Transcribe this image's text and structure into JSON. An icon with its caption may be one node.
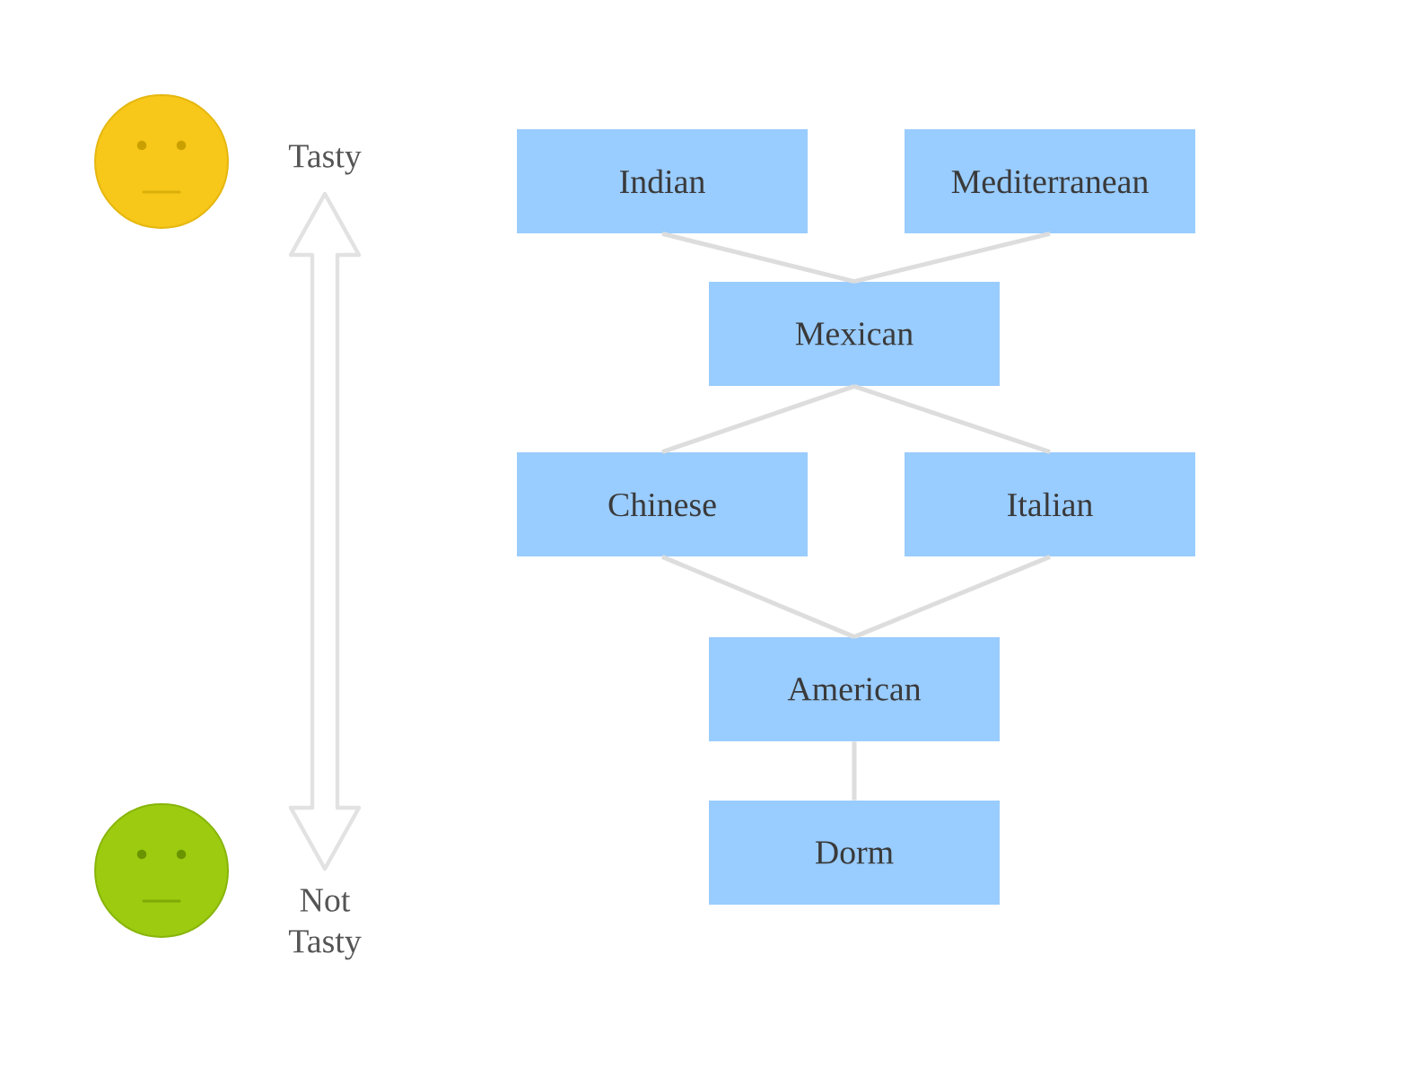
{
  "diagram": {
    "nodes": [
      {
        "text": [
          "Indian"
        ]
      },
      {
        "text": [
          "Mediterranean"
        ]
      },
      {
        "text": [
          "Mexican"
        ]
      },
      {
        "text": [
          "Chinese"
        ]
      },
      {
        "text": [
          "Italian"
        ]
      },
      {
        "text": [
          "American"
        ]
      },
      {
        "text": [
          "Dorm"
        ]
      }
    ],
    "edges": [
      {
        "from": 0,
        "to": 2,
        "arrow": "none"
      },
      {
        "from": 1,
        "to": 2,
        "arrow": "none"
      },
      {
        "from": 2,
        "to": 3,
        "arrow": "none"
      },
      {
        "from": 2,
        "to": 4,
        "arrow": "none"
      },
      {
        "from": 3,
        "to": 5,
        "arrow": "none"
      },
      {
        "from": 4,
        "to": 5,
        "arrow": "none"
      },
      {
        "from": 5,
        "to": 6,
        "arrow": "none"
      }
    ],
    "labels": [
      "Tasty",
      "Not Tasty"
    ]
  }
}
